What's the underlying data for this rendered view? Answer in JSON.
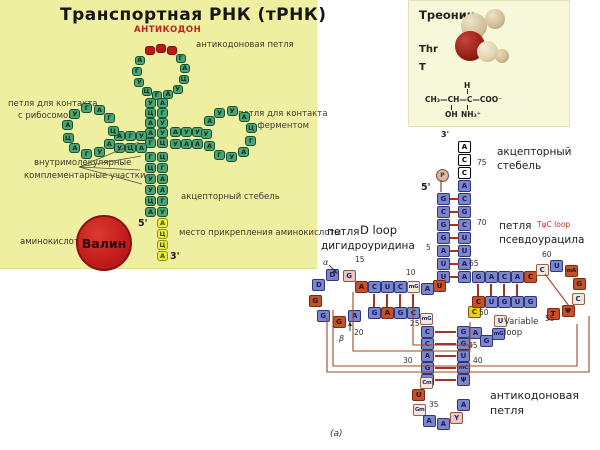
{
  "left_panel": {
    "title": "Транспортная РНК  (тРНК)",
    "anticodon": "АНТИКОДОН",
    "anticodon_loop": "антикодоновая петля",
    "ribosome_line1": "петля для контакта",
    "ribosome_line2": "с рибосомой",
    "enzyme_line1": "петля для контакта",
    "enzyme_line2": "с ферментом",
    "intra_line1": "внутримолекулярные",
    "intra_line2": "комплементарные участки",
    "acceptor": "акцепторный стебель",
    "attach": "место прикрепления аминокислоты",
    "amino": "аминокислота",
    "valine": "Валин",
    "five": "5'",
    "three": "3'",
    "seq": {
      "top_ring": [
        [
          "",
          "a"
        ],
        [
          "",
          "a"
        ],
        [
          "",
          "a"
        ],
        [
          "Г",
          "g"
        ],
        [
          "А",
          "g"
        ],
        [
          "Ц",
          "g"
        ],
        [
          "У",
          "g"
        ],
        [
          "А",
          "g"
        ],
        [
          "Г",
          "g"
        ],
        [
          "Ц",
          "g"
        ],
        [
          "У",
          "g"
        ],
        [
          "Г",
          "g"
        ],
        [
          "А",
          "g"
        ]
      ],
      "top_left": [
        [
          "У",
          "g"
        ],
        [
          "Ц",
          "g"
        ],
        [
          "А",
          "g"
        ],
        [
          "А",
          "g"
        ],
        [
          "Г",
          "g"
        ]
      ],
      "top_right": [
        [
          "А",
          "g"
        ],
        [
          "Г",
          "g"
        ],
        [
          "У",
          "g"
        ],
        [
          "У",
          "g"
        ],
        [
          "Ц",
          "g"
        ]
      ],
      "larm_top": [
        [
          "А",
          "g"
        ],
        [
          "Г",
          "g"
        ],
        [
          "У",
          "g"
        ]
      ],
      "larm_bot": [
        [
          "У",
          "g"
        ],
        [
          "Ц",
          "g"
        ],
        [
          "А",
          "g"
        ]
      ],
      "rarm_top": [
        [
          "А",
          "g"
        ],
        [
          "У",
          "g"
        ],
        [
          "У",
          "g"
        ]
      ],
      "rarm_bot": [
        [
          "У",
          "g"
        ],
        [
          "А",
          "g"
        ],
        [
          "А",
          "g"
        ]
      ],
      "left_ring": [
        [
          "Ц",
          "g"
        ],
        [
          "Г",
          "g"
        ],
        [
          "А",
          "g"
        ],
        [
          "Г",
          "g"
        ],
        [
          "У",
          "g"
        ],
        [
          "А",
          "g"
        ],
        [
          "Ц",
          "g"
        ],
        [
          "А",
          "g"
        ],
        [
          "Г",
          "g"
        ],
        [
          "У",
          "g"
        ],
        [
          "А",
          "g"
        ]
      ],
      "right_ring": [
        [
          "У",
          "g"
        ],
        [
          "А",
          "g"
        ],
        [
          "У",
          "g"
        ],
        [
          "У",
          "g"
        ],
        [
          "А",
          "g"
        ],
        [
          "Ц",
          "g"
        ],
        [
          "Г",
          "g"
        ],
        [
          "А",
          "g"
        ],
        [
          "У",
          "g"
        ],
        [
          "Г",
          "g"
        ],
        [
          "А",
          "g"
        ]
      ],
      "stem_left": [
        [
          "Г",
          "g"
        ],
        [
          "Ц",
          "g"
        ],
        [
          "У",
          "g"
        ],
        [
          "У",
          "g"
        ],
        [
          "Ц",
          "g"
        ],
        [
          "А",
          "g"
        ]
      ],
      "stem_right": [
        [
          "Ц",
          "g"
        ],
        [
          "Г",
          "g"
        ],
        [
          "А",
          "g"
        ],
        [
          "А",
          "g"
        ],
        [
          "Г",
          "g"
        ],
        [
          "У",
          "g"
        ]
      ],
      "tail": [
        [
          "А",
          "l"
        ],
        [
          "Ц",
          "l"
        ],
        [
          "Ц",
          "l"
        ],
        [
          "А",
          "l"
        ]
      ]
    }
  },
  "threonine_panel": {
    "name": "Треонин",
    "abbr3": "Thr",
    "abbr1": "T",
    "formula": {
      "h": "H",
      "chain": "CH₃—CH—C—COO⁻",
      "oh": "OH",
      "nh3": "NH₃⁺"
    }
  },
  "trna": {
    "labels": {
      "acc1": "акцепторный",
      "acc2": "стебель",
      "d1": "петля",
      "d2": "D loop",
      "d3": "дигидроуридина",
      "t1": "петля",
      "t2": "ТψС loop",
      "t3": "псевдоурацила",
      "var1": "Variable",
      "var2": "loop",
      "ac1": "антикодоновая",
      "ac2": "петля",
      "fig": "(а)",
      "five": "5'",
      "three": "3'",
      "p": "P",
      "alpha": "α",
      "beta": "β"
    },
    "numbers": {
      "n5": "5",
      "n10": "10",
      "n15": "15",
      "n20": "20",
      "n25": "25",
      "n30": "30",
      "n35": "35",
      "n40": "40",
      "n45": "45",
      "n50": "50",
      "n55": "55",
      "n60": "60",
      "n65": "65",
      "n70": "70",
      "n75": "75"
    },
    "seq": {
      "acc3": [
        [
          "A",
          "r"
        ],
        [
          "C",
          "r"
        ],
        [
          "C",
          "r"
        ],
        [
          "A",
          "b"
        ],
        [
          "C",
          "b"
        ],
        [
          "G",
          "b"
        ],
        [
          "C",
          "b"
        ],
        [
          "U",
          "b"
        ],
        [
          "U",
          "b"
        ],
        [
          "A",
          "b"
        ],
        [
          "A",
          "b"
        ]
      ],
      "acc5": [
        [
          "G",
          "b"
        ],
        [
          "C",
          "b"
        ],
        [
          "G",
          "b"
        ],
        [
          "G",
          "b"
        ],
        [
          "A",
          "b"
        ],
        [
          "U",
          "b"
        ],
        [
          "U",
          "b"
        ]
      ],
      "u8a9": [
        [
          "U",
          "o"
        ],
        [
          "A",
          "b"
        ]
      ],
      "d_top": [
        [
          "mG",
          "w"
        ],
        [
          "C",
          "b"
        ],
        [
          "U",
          "b"
        ],
        [
          "C",
          "b"
        ],
        [
          "A",
          "o"
        ]
      ],
      "d_ring": [
        [
          "G",
          "p"
        ],
        [
          "D",
          "b"
        ],
        [
          "D",
          "b"
        ],
        [
          "G",
          "o"
        ],
        [
          "G",
          "b"
        ],
        [
          "G",
          "o"
        ],
        [
          "A",
          "b"
        ]
      ],
      "d_bot": [
        [
          "G",
          "b"
        ],
        [
          "A",
          "o"
        ],
        [
          "G",
          "b"
        ],
        [
          "C",
          "b"
        ]
      ],
      "g26": [
        [
          "mG",
          "w"
        ]
      ],
      "ac_left": [
        [
          "C",
          "b"
        ],
        [
          "C",
          "b"
        ],
        [
          "A",
          "b"
        ],
        [
          "G",
          "b"
        ],
        [
          "A",
          "b"
        ]
      ],
      "ac_ring": [
        [
          "Cm",
          "w"
        ],
        [
          "U",
          "o"
        ],
        [
          "Gm",
          "w"
        ],
        [
          "A",
          "b"
        ],
        [
          "A",
          "b"
        ],
        [
          "Y",
          "p"
        ],
        [
          "A",
          "b"
        ]
      ],
      "ac_right": [
        [
          "Ψ",
          "b"
        ],
        [
          "mC",
          "b"
        ],
        [
          "U",
          "b"
        ],
        [
          "G",
          "b"
        ],
        [
          "G",
          "b"
        ]
      ],
      "var": [
        [
          "A",
          "b"
        ],
        [
          "G",
          "b"
        ],
        [
          "mG",
          "b"
        ],
        [
          "U",
          "w"
        ],
        [
          "C",
          "y"
        ]
      ],
      "ts_bot": [
        [
          "C",
          "o"
        ],
        [
          "U",
          "b"
        ],
        [
          "G",
          "b"
        ],
        [
          "U",
          "b"
        ],
        [
          "G",
          "b"
        ]
      ],
      "ts_top": [
        [
          "G",
          "b"
        ],
        [
          "A",
          "b"
        ],
        [
          "C",
          "b"
        ],
        [
          "A",
          "b"
        ],
        [
          "C",
          "o"
        ]
      ],
      "ts_ring": [
        [
          "C",
          "w"
        ],
        [
          "U",
          "b"
        ],
        [
          "mA",
          "o"
        ],
        [
          "G",
          "o"
        ],
        [
          "C",
          "w"
        ],
        [
          "Ψ",
          "o"
        ],
        [
          "T",
          "o"
        ]
      ]
    }
  }
}
